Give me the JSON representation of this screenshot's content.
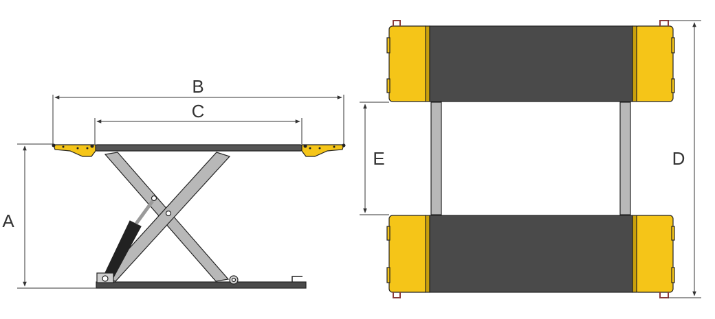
{
  "dimensions": {
    "a": "A",
    "b": "B",
    "c": "C",
    "d": "D",
    "e": "E"
  },
  "colors": {
    "yellow": "#f5c518",
    "yellow_dark": "#c9a00c",
    "platform": "#4a4a4a",
    "deck": "#555555",
    "steel": "#b8b8b8",
    "cylinder": "#222222",
    "line": "#333333"
  }
}
